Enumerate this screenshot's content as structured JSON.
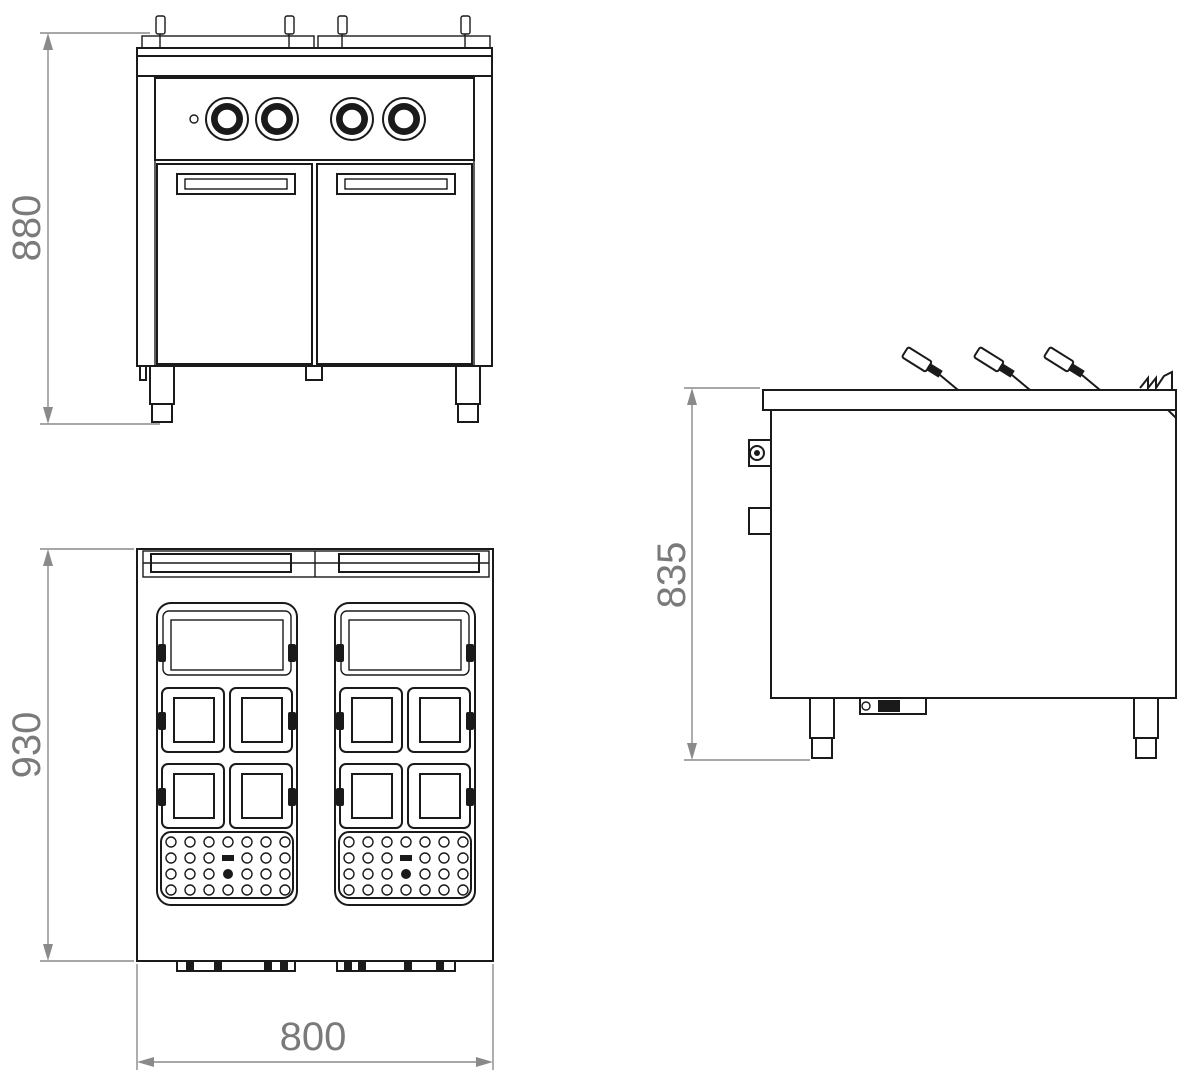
{
  "dimensions": {
    "front_height": "880",
    "plan_depth": "930",
    "side_height": "835",
    "plan_width": "800"
  },
  "colors": {
    "line": "#1a1a1a",
    "dimension": "#8a8a8a",
    "dimension_text": "#7a7a7a",
    "background": "#ffffff"
  },
  "views": [
    "front-view",
    "top-view",
    "side-view"
  ]
}
